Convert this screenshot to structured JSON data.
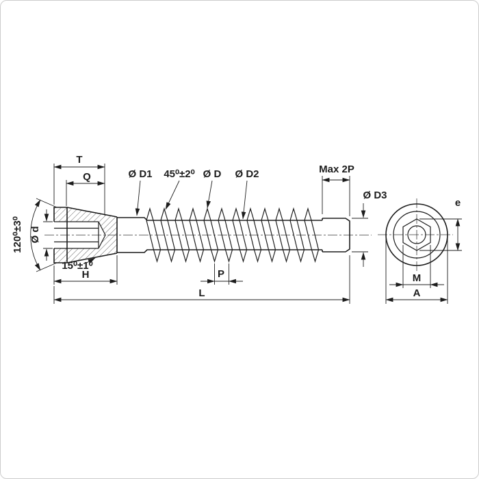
{
  "drawing": {
    "labels": {
      "t": "T",
      "q": "Q",
      "d1": "Ø D1",
      "chamfer_angle": "45⁰±2⁰",
      "d_major": "Ø D",
      "d2": "Ø D2",
      "max_2p": "Max 2P",
      "d3": "Ø D3",
      "e": "e",
      "head_angle": "120⁰±3⁰",
      "d_small": "Ø d",
      "taper_angle": "15⁰±1⁰",
      "h": "H",
      "p": "P",
      "l": "L",
      "m": "M",
      "a": "A"
    },
    "colors": {
      "line": "#1c1c1c",
      "background": "#ffffff",
      "frame": "#cccccc"
    }
  }
}
